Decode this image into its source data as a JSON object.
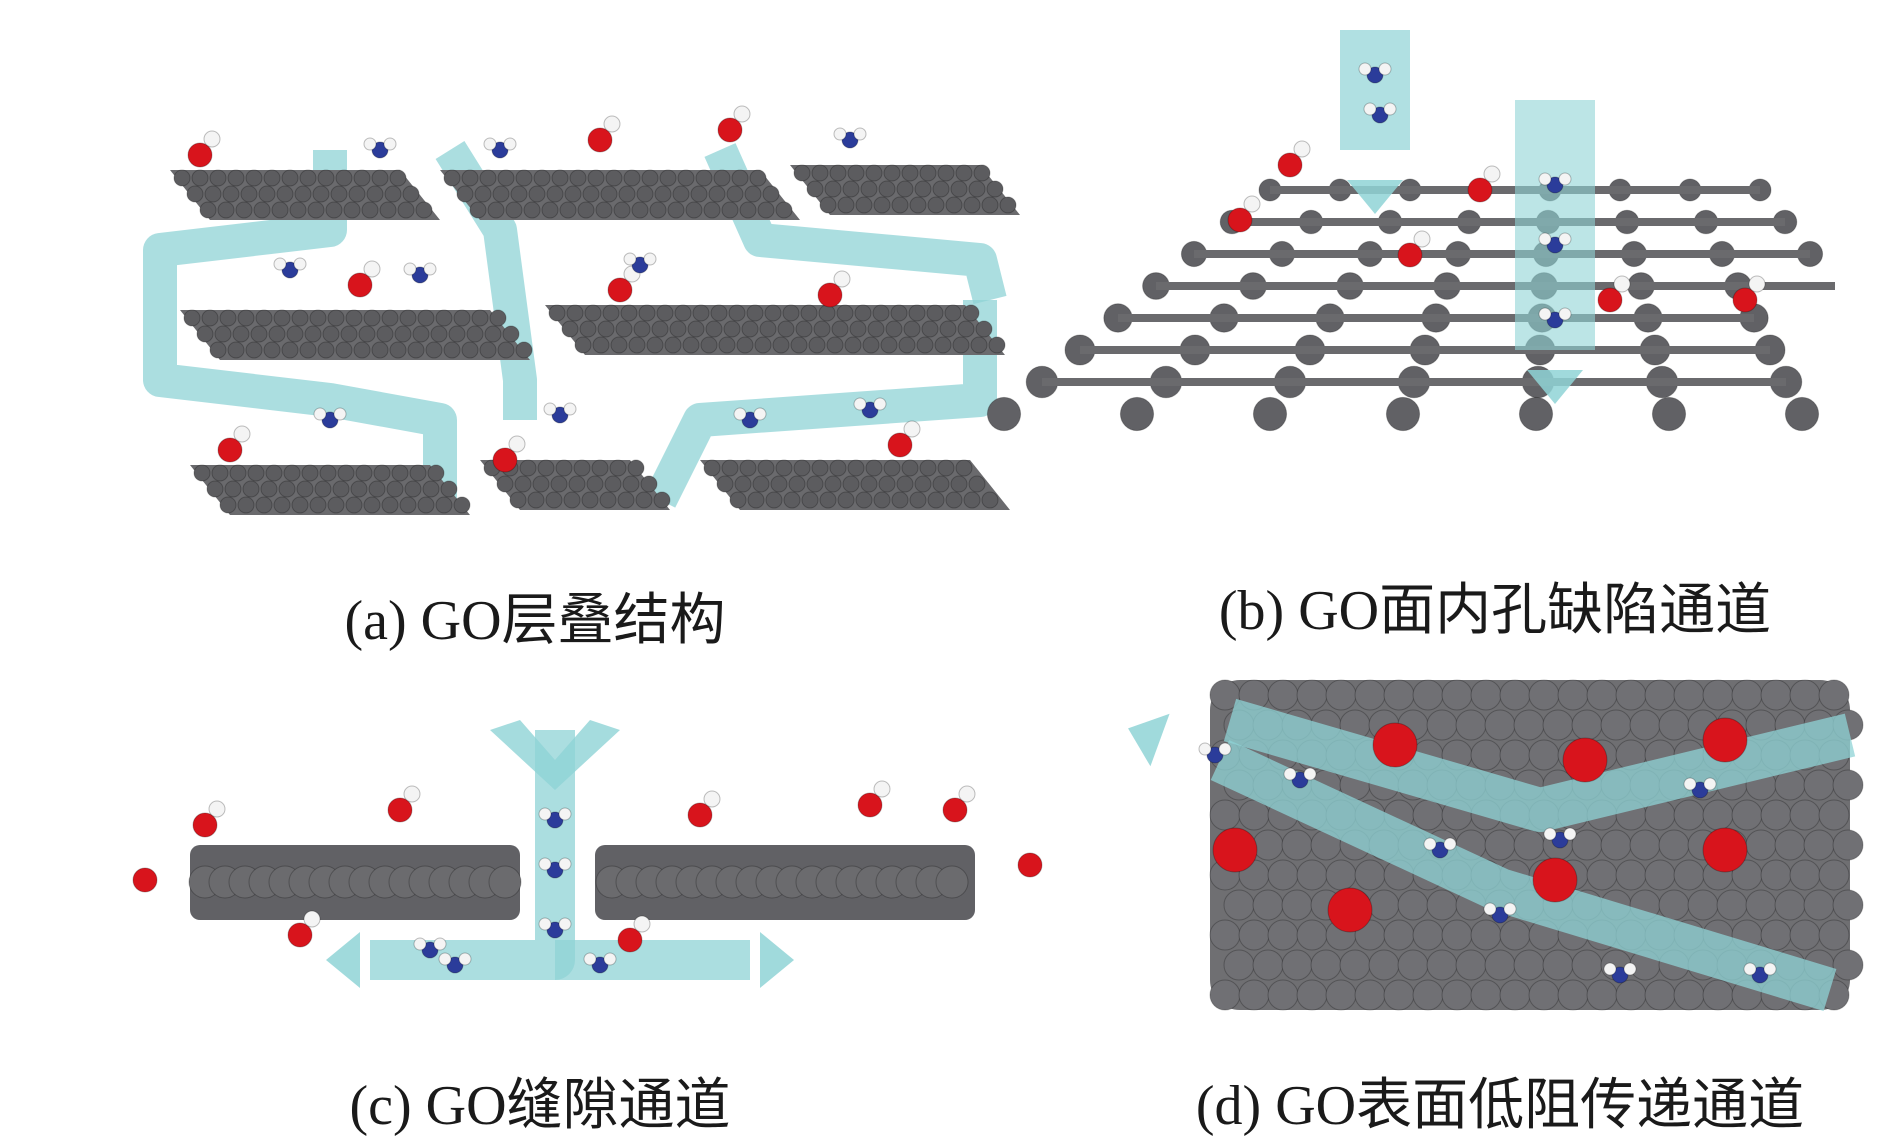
{
  "panels": [
    {
      "id": "a",
      "caption": "(a) GO层叠结构"
    },
    {
      "id": "b",
      "caption": "(b) GO面内孔缺陷通道"
    },
    {
      "id": "c",
      "caption": "(c) GO缝隙通道"
    },
    {
      "id": "d",
      "caption": "(d) GO表面低阻传递通道"
    }
  ],
  "colors": {
    "carbon": "#5f5f62",
    "oxygen": "#d8141c",
    "hydrogen": "#f4f4f4",
    "nitrogen": "#2b3c9a",
    "flow": "#8fd3d6"
  }
}
